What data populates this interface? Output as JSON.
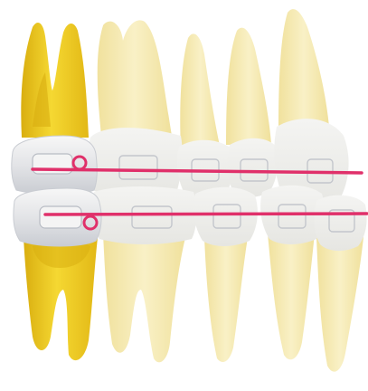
{
  "illustration": {
    "subject": "orthodontic-molar-bands-archwire",
    "upper_teeth_count": 5,
    "lower_teeth_count": 5,
    "highlighted_tooth": "first-molar",
    "elements": [
      "upper-arch",
      "lower-arch",
      "molar-band",
      "bracket",
      "archwire",
      "buccal-tube-hook"
    ]
  },
  "colors": {
    "background": "#ffffff",
    "highlight_tooth": "#f0cf22",
    "highlight_tooth_shade": "#d9ae10",
    "faded_tooth": "#f4e8a6",
    "faded_tooth_edge": "#eadb8a",
    "band_metal": "#ececec",
    "band_shadow": "#c9ccd2",
    "bracket_outline": "#b8bcc4",
    "archwire": "#e0306a"
  }
}
